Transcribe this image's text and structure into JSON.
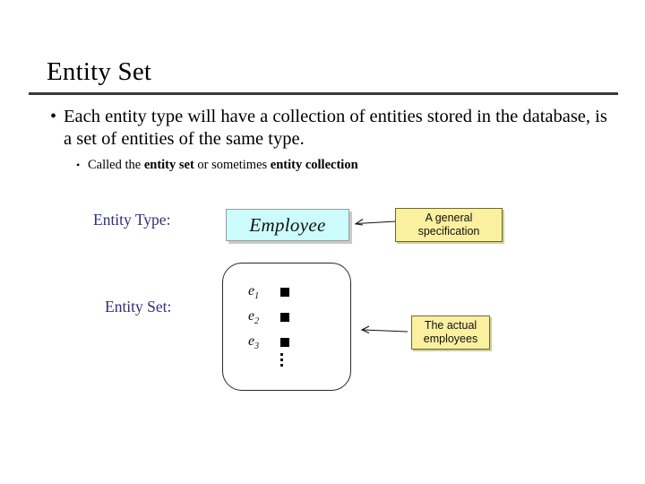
{
  "slide": {
    "title": "Entity Set",
    "bullets": [
      {
        "marker": "•",
        "text": "Each entity type will have a collection of entities stored in the database, is a set of entities of the same type."
      },
      {
        "marker": "•",
        "text_before": "Called the ",
        "emphasis_1": "entity set",
        "text_middle": " or sometimes ",
        "emphasis_2": "entity collection"
      }
    ],
    "diagram": {
      "labels": {
        "entity_type": "Entity Type:",
        "entity_set": "Entity Set:"
      },
      "entity_type_box": {
        "text": "Employee",
        "fill": "#ccfbfb",
        "border": "#9a9a9a"
      },
      "callouts": [
        {
          "line1": "A general",
          "line2": "specification",
          "fill": "#faf0a0",
          "border": "#6a6a2a"
        },
        {
          "line1": "The actual",
          "line2": "employees",
          "fill": "#faf0a0",
          "border": "#6a6a2a"
        }
      ],
      "entity_set_box": {
        "entities": [
          {
            "name": "e",
            "subscript": "1"
          },
          {
            "name": "e",
            "subscript": "2"
          },
          {
            "name": "e",
            "subscript": "3"
          }
        ],
        "ellipsis": "⋮"
      },
      "label_color": "#2f2f80"
    },
    "rule_color": "#3a3a3a",
    "background": "#ffffff"
  }
}
